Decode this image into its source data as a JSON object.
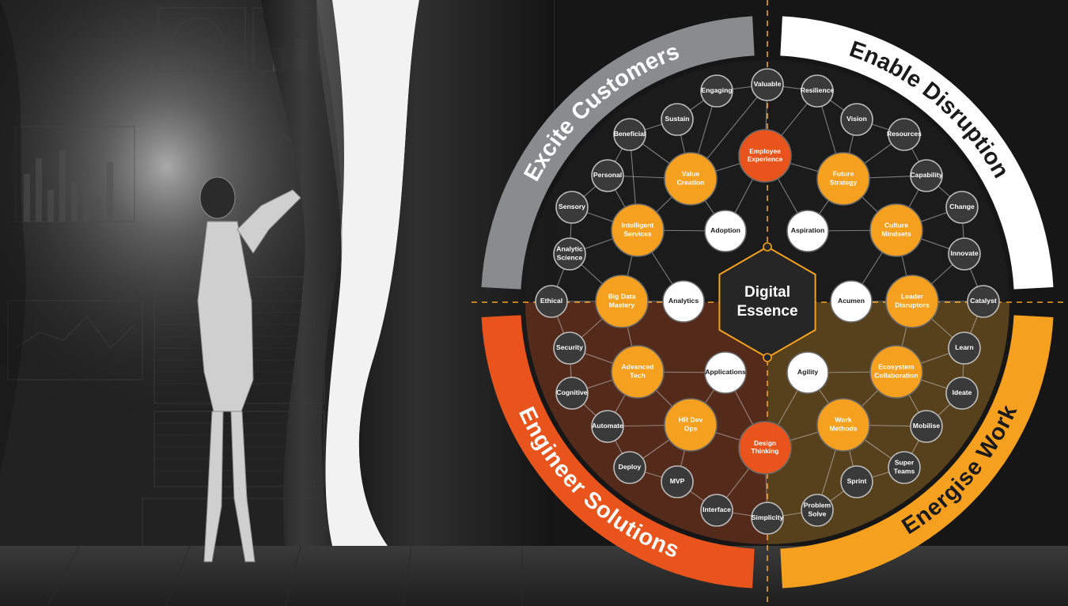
{
  "center": {
    "line1": "Digital",
    "line2": "Essence"
  },
  "quadrants": [
    {
      "key": "excite",
      "label": "Excite Customers",
      "color": "#8a8b8d",
      "text_color": "#ffffff"
    },
    {
      "key": "enable",
      "label": "Enable Disruption",
      "color": "#ffffff",
      "text_color": "#1a1a1a"
    },
    {
      "key": "engineer",
      "label": "Engineer Solutions",
      "color": "#e8541c",
      "text_color": "#ffffff"
    },
    {
      "key": "energise",
      "label": "Energise Work",
      "color": "#f5a11f",
      "text_color": "#1a1a1a"
    }
  ],
  "colors": {
    "hub_orange": "#f5a11f",
    "hub_red": "#e8541c",
    "node_dark": "#3a3a3a",
    "node_white": "#ffffff",
    "accent_line": "#f5a11f"
  },
  "nodes": [
    {
      "id": "valuable",
      "label": "Valuable",
      "type": "small"
    },
    {
      "id": "engaging",
      "label": "Engaging",
      "type": "small"
    },
    {
      "id": "sustain",
      "label": "Sustain",
      "type": "small"
    },
    {
      "id": "beneficial",
      "label": "Beneficial",
      "type": "small"
    },
    {
      "id": "personal",
      "label": "Personal",
      "type": "small"
    },
    {
      "id": "sensory",
      "label": "Sensory",
      "type": "small"
    },
    {
      "id": "analytic-science",
      "label": "Analytic Science",
      "type": "small"
    },
    {
      "id": "ethical",
      "label": "Ethical",
      "type": "small"
    },
    {
      "id": "value-creation",
      "label": "Value Creation",
      "type": "hub"
    },
    {
      "id": "intelligent-services",
      "label": "Intelligent Services",
      "type": "hub"
    },
    {
      "id": "big-data-mastery",
      "label": "Big Data Mastery",
      "type": "hub"
    },
    {
      "id": "adoption",
      "label": "Adoption",
      "type": "white"
    },
    {
      "id": "analytics",
      "label": "Analytics",
      "type": "white"
    },
    {
      "id": "employee-experience",
      "label": "Employee Experience",
      "type": "redhub"
    },
    {
      "id": "resilience",
      "label": "Resilience",
      "type": "small"
    },
    {
      "id": "vision",
      "label": "Vision",
      "type": "small"
    },
    {
      "id": "resources",
      "label": "Resources",
      "type": "small"
    },
    {
      "id": "capability",
      "label": "Capability",
      "type": "small"
    },
    {
      "id": "change",
      "label": "Change",
      "type": "small"
    },
    {
      "id": "innovate",
      "label": "Innovate",
      "type": "small"
    },
    {
      "id": "catalyst",
      "label": "Catalyst",
      "type": "small"
    },
    {
      "id": "future-strategy",
      "label": "Future Strategy",
      "type": "hub"
    },
    {
      "id": "culture-mindsets",
      "label": "Culture Mindsets",
      "type": "hub"
    },
    {
      "id": "leader-disruptors",
      "label": "Leader Disruptors",
      "type": "hub"
    },
    {
      "id": "aspiration",
      "label": "Aspiration",
      "type": "white"
    },
    {
      "id": "acumen",
      "label": "Acumen",
      "type": "white"
    },
    {
      "id": "security",
      "label": "Security",
      "type": "small"
    },
    {
      "id": "cognitive",
      "label": "Cognitive",
      "type": "small"
    },
    {
      "id": "automate",
      "label": "Automate",
      "type": "small"
    },
    {
      "id": "deploy",
      "label": "Deploy",
      "type": "small"
    },
    {
      "id": "mvp",
      "label": "MVP",
      "type": "small"
    },
    {
      "id": "interface",
      "label": "Interface",
      "type": "small"
    },
    {
      "id": "simplicity",
      "label": "Simplicity",
      "type": "small"
    },
    {
      "id": "advanced-tech",
      "label": "Advanced Tech",
      "type": "hub"
    },
    {
      "id": "hr-dev-ops",
      "label": "HR Dev Ops",
      "type": "hub"
    },
    {
      "id": "applications",
      "label": "Applications",
      "type": "white"
    },
    {
      "id": "design-thinking",
      "label": "Design Thinking",
      "type": "redhub"
    },
    {
      "id": "learn",
      "label": "Learn",
      "type": "small"
    },
    {
      "id": "ideate",
      "label": "Ideate",
      "type": "small"
    },
    {
      "id": "mobilise",
      "label": "Mobilise",
      "type": "small"
    },
    {
      "id": "super-teams",
      "label": "Super Teams",
      "type": "small"
    },
    {
      "id": "sprint",
      "label": "Sprint",
      "type": "small"
    },
    {
      "id": "problem-solve",
      "label": "Problem Solve",
      "type": "small"
    },
    {
      "id": "ecosystem-collaboration",
      "label": "Ecosystem Collaboration",
      "type": "hub"
    },
    {
      "id": "work-methods",
      "label": "Work Methods",
      "type": "hub"
    },
    {
      "id": "agility",
      "label": "Agility",
      "type": "white"
    }
  ],
  "edges": [
    [
      "value-creation",
      "engaging"
    ],
    [
      "value-creation",
      "sustain"
    ],
    [
      "value-creation",
      "beneficial"
    ],
    [
      "value-creation",
      "personal"
    ],
    [
      "value-creation",
      "valuable"
    ],
    [
      "value-creation",
      "adoption"
    ],
    [
      "value-creation",
      "employee-experience"
    ],
    [
      "intelligent-services",
      "personal"
    ],
    [
      "intelligent-services",
      "sensory"
    ],
    [
      "intelligent-services",
      "analytic-science"
    ],
    [
      "intelligent-services",
      "beneficial"
    ],
    [
      "intelligent-services",
      "adoption"
    ],
    [
      "intelligent-services",
      "analytics"
    ],
    [
      "intelligent-services",
      "value-creation"
    ],
    [
      "big-data-mastery",
      "analytic-science"
    ],
    [
      "big-data-mastery",
      "ethical"
    ],
    [
      "big-data-mastery",
      "analytics"
    ],
    [
      "big-data-mastery",
      "security"
    ],
    [
      "big-data-mastery",
      "intelligent-services"
    ],
    [
      "big-data-mastery",
      "advanced-tech"
    ],
    [
      "employee-experience",
      "valuable"
    ],
    [
      "employee-experience",
      "resilience"
    ],
    [
      "employee-experience",
      "adoption"
    ],
    [
      "employee-experience",
      "aspiration"
    ],
    [
      "employee-experience",
      "future-strategy"
    ],
    [
      "future-strategy",
      "resilience"
    ],
    [
      "future-strategy",
      "vision"
    ],
    [
      "future-strategy",
      "resources"
    ],
    [
      "future-strategy",
      "capability"
    ],
    [
      "future-strategy",
      "aspiration"
    ],
    [
      "future-strategy",
      "culture-mindsets"
    ],
    [
      "culture-mindsets",
      "capability"
    ],
    [
      "culture-mindsets",
      "change"
    ],
    [
      "culture-mindsets",
      "innovate"
    ],
    [
      "culture-mindsets",
      "aspiration"
    ],
    [
      "culture-mindsets",
      "acumen"
    ],
    [
      "culture-mindsets",
      "leader-disruptors"
    ],
    [
      "leader-disruptors",
      "innovate"
    ],
    [
      "leader-disruptors",
      "catalyst"
    ],
    [
      "leader-disruptors",
      "acumen"
    ],
    [
      "leader-disruptors",
      "learn"
    ],
    [
      "leader-disruptors",
      "ecosystem-collaboration"
    ],
    [
      "advanced-tech",
      "security"
    ],
    [
      "advanced-tech",
      "cognitive"
    ],
    [
      "advanced-tech",
      "automate"
    ],
    [
      "advanced-tech",
      "applications"
    ],
    [
      "advanced-tech",
      "hr-dev-ops"
    ],
    [
      "hr-dev-ops",
      "automate"
    ],
    [
      "hr-dev-ops",
      "deploy"
    ],
    [
      "hr-dev-ops",
      "mvp"
    ],
    [
      "hr-dev-ops",
      "applications"
    ],
    [
      "hr-dev-ops",
      "design-thinking"
    ],
    [
      "design-thinking",
      "interface"
    ],
    [
      "design-thinking",
      "simplicity"
    ],
    [
      "design-thinking",
      "applications"
    ],
    [
      "design-thinking",
      "agility"
    ],
    [
      "design-thinking",
      "work-methods"
    ],
    [
      "ecosystem-collaboration",
      "learn"
    ],
    [
      "ecosystem-collaboration",
      "ideate"
    ],
    [
      "ecosystem-collaboration",
      "mobilise"
    ],
    [
      "ecosystem-collaboration",
      "agility"
    ],
    [
      "ecosystem-collaboration",
      "work-methods"
    ],
    [
      "work-methods",
      "mobilise"
    ],
    [
      "work-methods",
      "super-teams"
    ],
    [
      "work-methods",
      "sprint"
    ],
    [
      "work-methods",
      "problem-solve"
    ],
    [
      "work-methods",
      "agility"
    ],
    [
      "ethical",
      "security"
    ],
    [
      "security",
      "cognitive"
    ],
    [
      "cognitive",
      "automate"
    ],
    [
      "automate",
      "deploy"
    ],
    [
      "deploy",
      "mvp"
    ],
    [
      "mvp",
      "interface"
    ],
    [
      "interface",
      "simplicity"
    ],
    [
      "simplicity",
      "problem-solve"
    ],
    [
      "problem-solve",
      "sprint"
    ],
    [
      "sprint",
      "super-teams"
    ],
    [
      "super-teams",
      "mobilise"
    ],
    [
      "mobilise",
      "ideate"
    ],
    [
      "ideate",
      "learn"
    ],
    [
      "learn",
      "catalyst"
    ],
    [
      "catalyst",
      "innovate"
    ],
    [
      "innovate",
      "change"
    ],
    [
      "change",
      "capability"
    ],
    [
      "capability",
      "resources"
    ],
    [
      "resources",
      "vision"
    ],
    [
      "vision",
      "resilience"
    ],
    [
      "resilience",
      "valuable"
    ],
    [
      "valuable",
      "engaging"
    ],
    [
      "engaging",
      "sustain"
    ],
    [
      "sustain",
      "beneficial"
    ],
    [
      "beneficial",
      "personal"
    ],
    [
      "personal",
      "sensory"
    ],
    [
      "sensory",
      "analytic-science"
    ],
    [
      "analytic-science",
      "ethical"
    ]
  ]
}
